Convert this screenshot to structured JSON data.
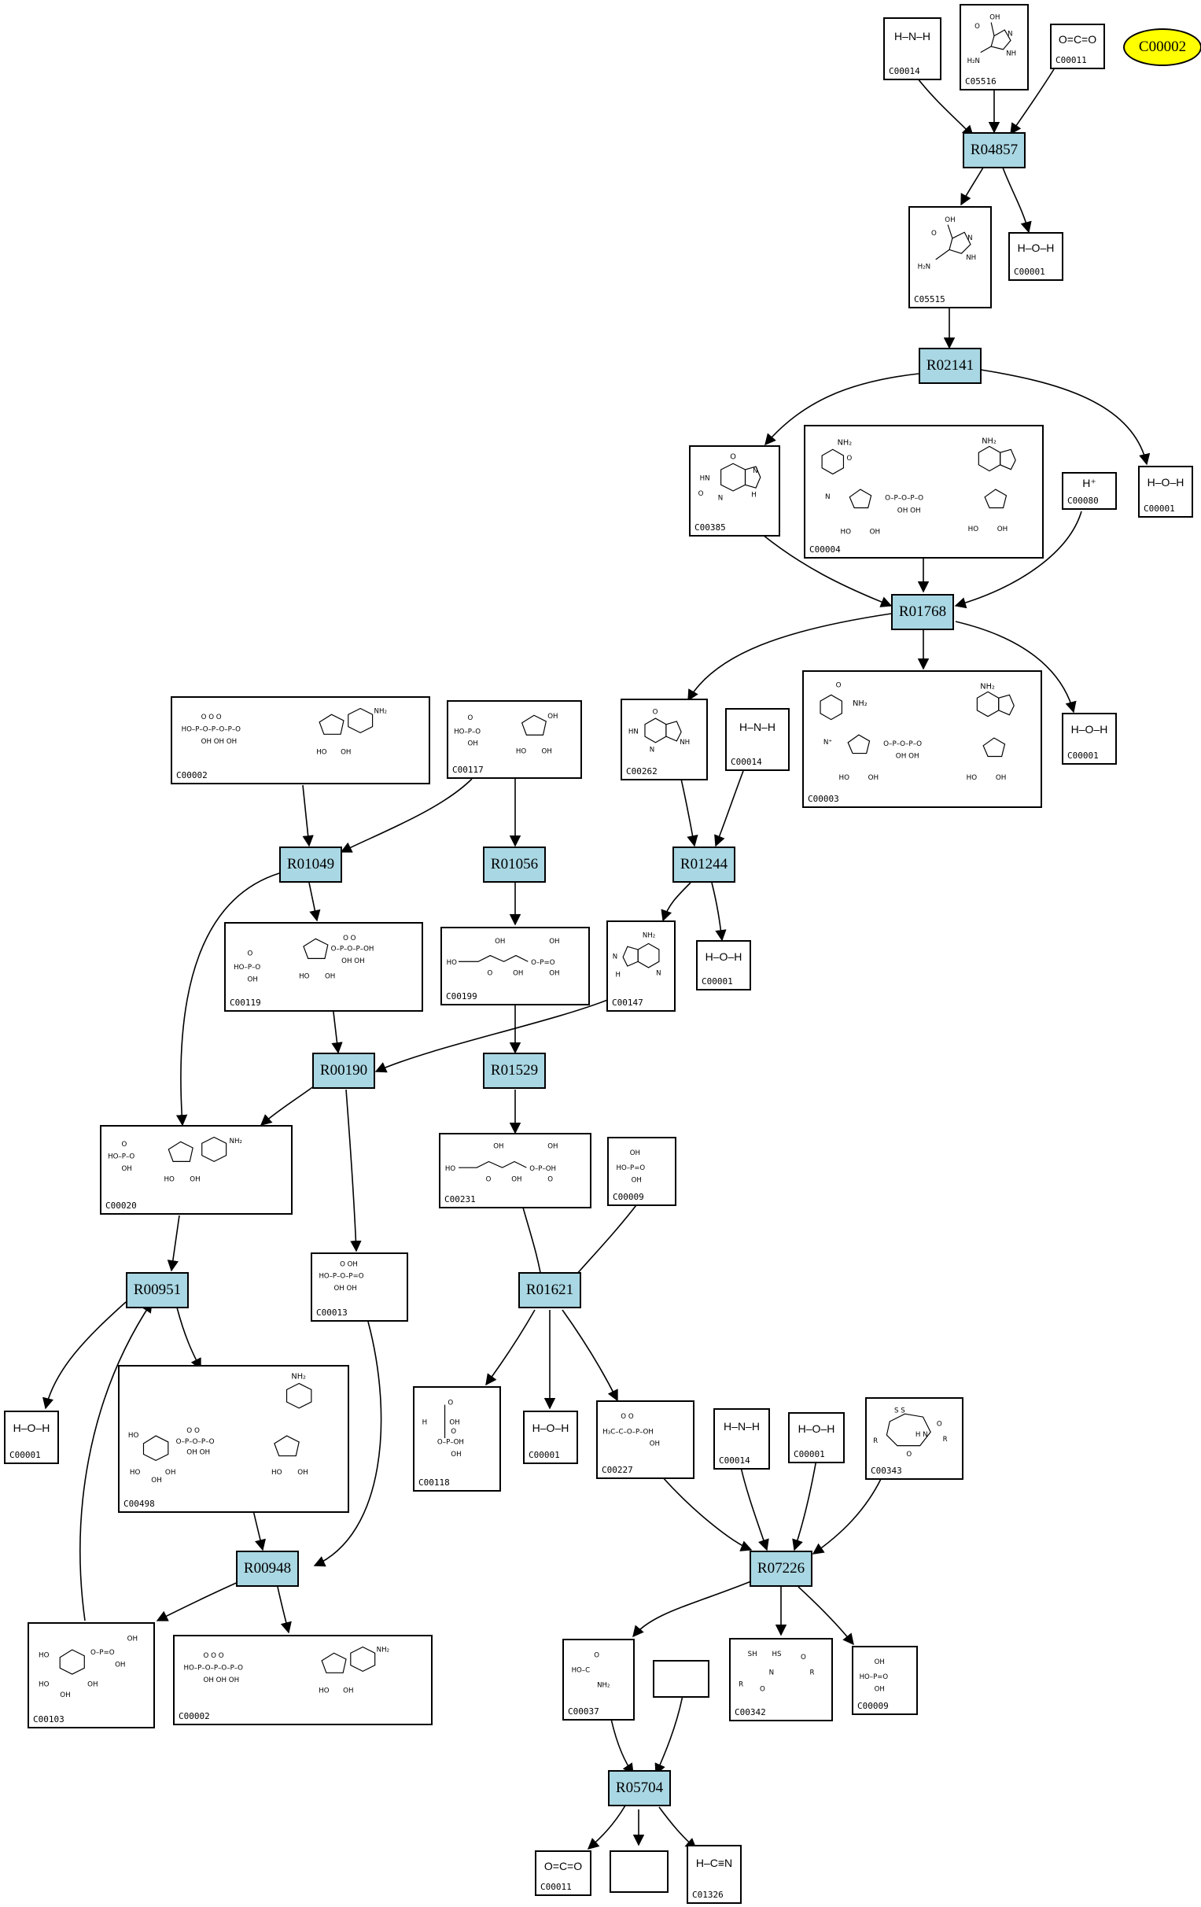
{
  "colors": {
    "reaction_fill": "#a9d7e3",
    "highlight_fill": "#ffff00",
    "edge": "#000000"
  },
  "highlight": {
    "label": "C00002"
  },
  "reactions": {
    "R04857": "R04857",
    "R02141": "R02141",
    "R01768": "R01768",
    "R01049": "R01049",
    "R01056": "R01056",
    "R01244": "R01244",
    "R00190": "R00190",
    "R01529": "R01529",
    "R00951": "R00951",
    "R01621": "R01621",
    "R00948": "R00948",
    "R07226": "R07226",
    "R05704": "R05704"
  },
  "compounds": {
    "c00014_a": {
      "id": "C00014",
      "formula": "H–N–H"
    },
    "c05516": {
      "id": "C05516"
    },
    "c00011_a": {
      "id": "C00011",
      "formula": "O=C=O"
    },
    "c05515": {
      "id": "C05515"
    },
    "c00001_a": {
      "id": "C00001",
      "formula": "H–O–H"
    },
    "c00385": {
      "id": "C00385"
    },
    "c00004": {
      "id": "C00004"
    },
    "c00080": {
      "id": "C00080",
      "formula": "H⁺"
    },
    "c00001_b": {
      "id": "C00001",
      "formula": "H–O–H"
    },
    "c00002_a": {
      "id": "C00002"
    },
    "c00117": {
      "id": "C00117"
    },
    "c00262": {
      "id": "C00262"
    },
    "c00014_b": {
      "id": "C00014",
      "formula": "H–N–H"
    },
    "c00003": {
      "id": "C00003"
    },
    "c00001_c": {
      "id": "C00001",
      "formula": "H–O–H"
    },
    "c00119": {
      "id": "C00119"
    },
    "c00199": {
      "id": "C00199"
    },
    "c00147": {
      "id": "C00147"
    },
    "c00001_d": {
      "id": "C00001",
      "formula": "H–O–H"
    },
    "c00020": {
      "id": "C00020"
    },
    "c00231": {
      "id": "C00231"
    },
    "c00009_a": {
      "id": "C00009"
    },
    "c00013": {
      "id": "C00013"
    },
    "c00001_e": {
      "id": "C00001",
      "formula": "H–O–H"
    },
    "c00498": {
      "id": "C00498"
    },
    "c00118": {
      "id": "C00118"
    },
    "c00001_f": {
      "id": "C00001",
      "formula": "H–O–H"
    },
    "c00227": {
      "id": "C00227"
    },
    "c00014_c": {
      "id": "C00014",
      "formula": "H–N–H"
    },
    "c00001_g": {
      "id": "C00001",
      "formula": "H–O–H"
    },
    "c00343": {
      "id": "C00343"
    },
    "c00103": {
      "id": "C00103"
    },
    "c00002_b": {
      "id": "C00002"
    },
    "c00037": {
      "id": "C00037"
    },
    "c00342": {
      "id": "C00342"
    },
    "c00009_b": {
      "id": "C00009"
    },
    "c00011_b": {
      "id": "C00011",
      "formula": "O=C=O"
    },
    "c01326": {
      "id": "C01326",
      "formula": "H–C≡N"
    }
  }
}
